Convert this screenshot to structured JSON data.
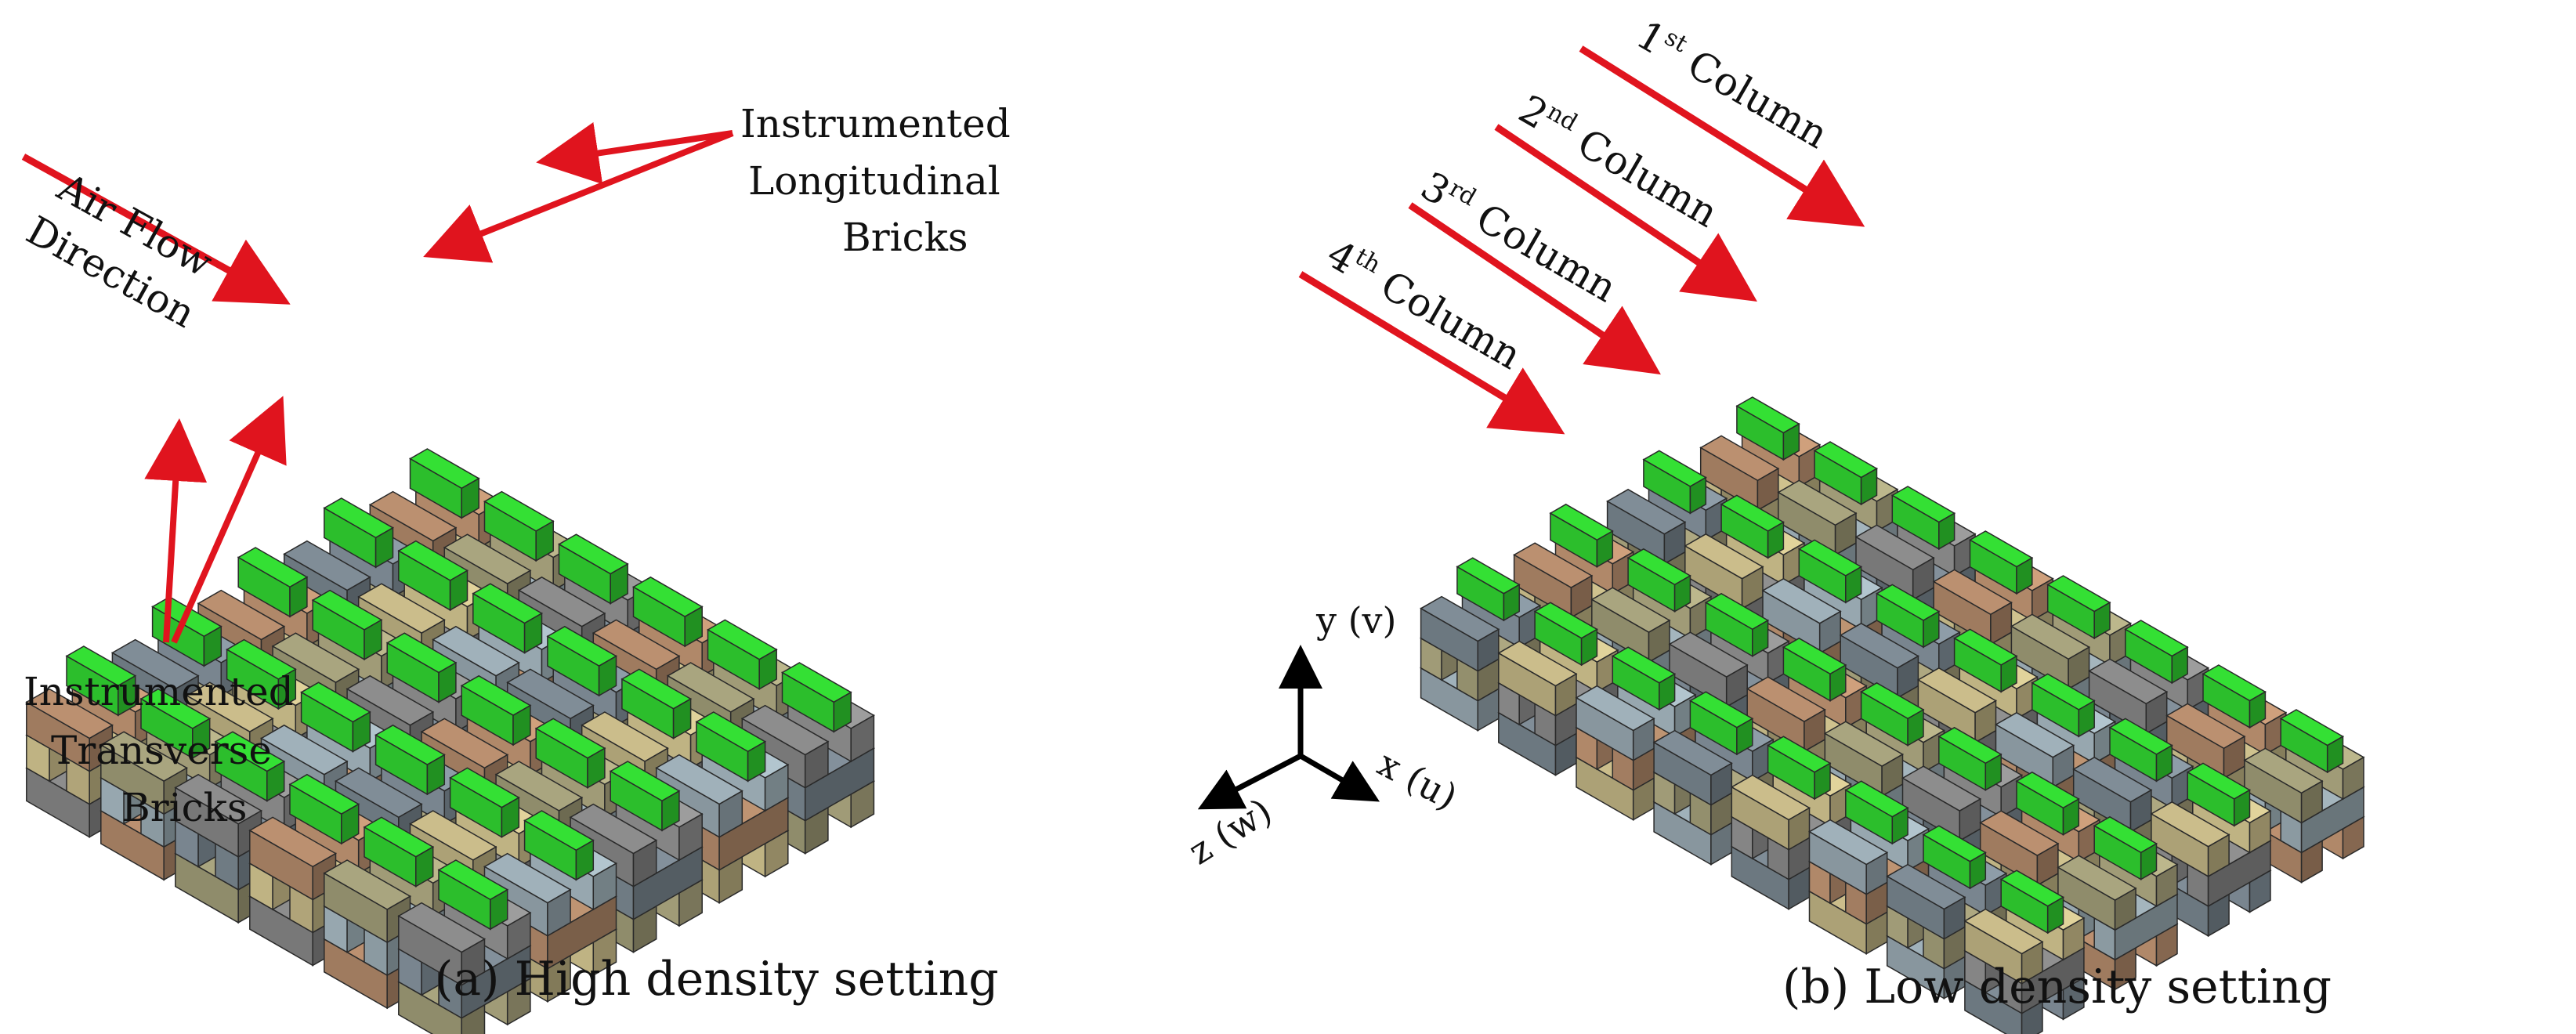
{
  "panel_a": {
    "caption": "(a) High density setting",
    "air_flow_label": [
      "Air Flow",
      "Direction"
    ],
    "longitudinal_label": [
      "Instrumented",
      "Longitudinal",
      "Bricks"
    ],
    "transverse_label": [
      "Instrumented",
      "Transverse",
      "Bricks"
    ]
  },
  "panel_b": {
    "caption": "(b) Low density setting",
    "columns": [
      {
        "num": "1",
        "sup": "st",
        "word": " Column"
      },
      {
        "num": "2",
        "sup": "nd",
        "word": " Column"
      },
      {
        "num": "3",
        "sup": "rd",
        "word": " Column"
      },
      {
        "num": "4",
        "sup": "th",
        "word": " Column"
      }
    ]
  },
  "axes": {
    "y": "y (v)",
    "x": "x (u)",
    "z": "z (w)"
  },
  "colors": {
    "arrow": "#e0141e",
    "instrumented": "#2ec82e",
    "instrumented_dark": "#148a14",
    "brick_palette": [
      "#8c8c8c",
      "#c9bc8a",
      "#b98f6f",
      "#9fb0b8",
      "#a8a37d",
      "#7f8c96"
    ]
  }
}
